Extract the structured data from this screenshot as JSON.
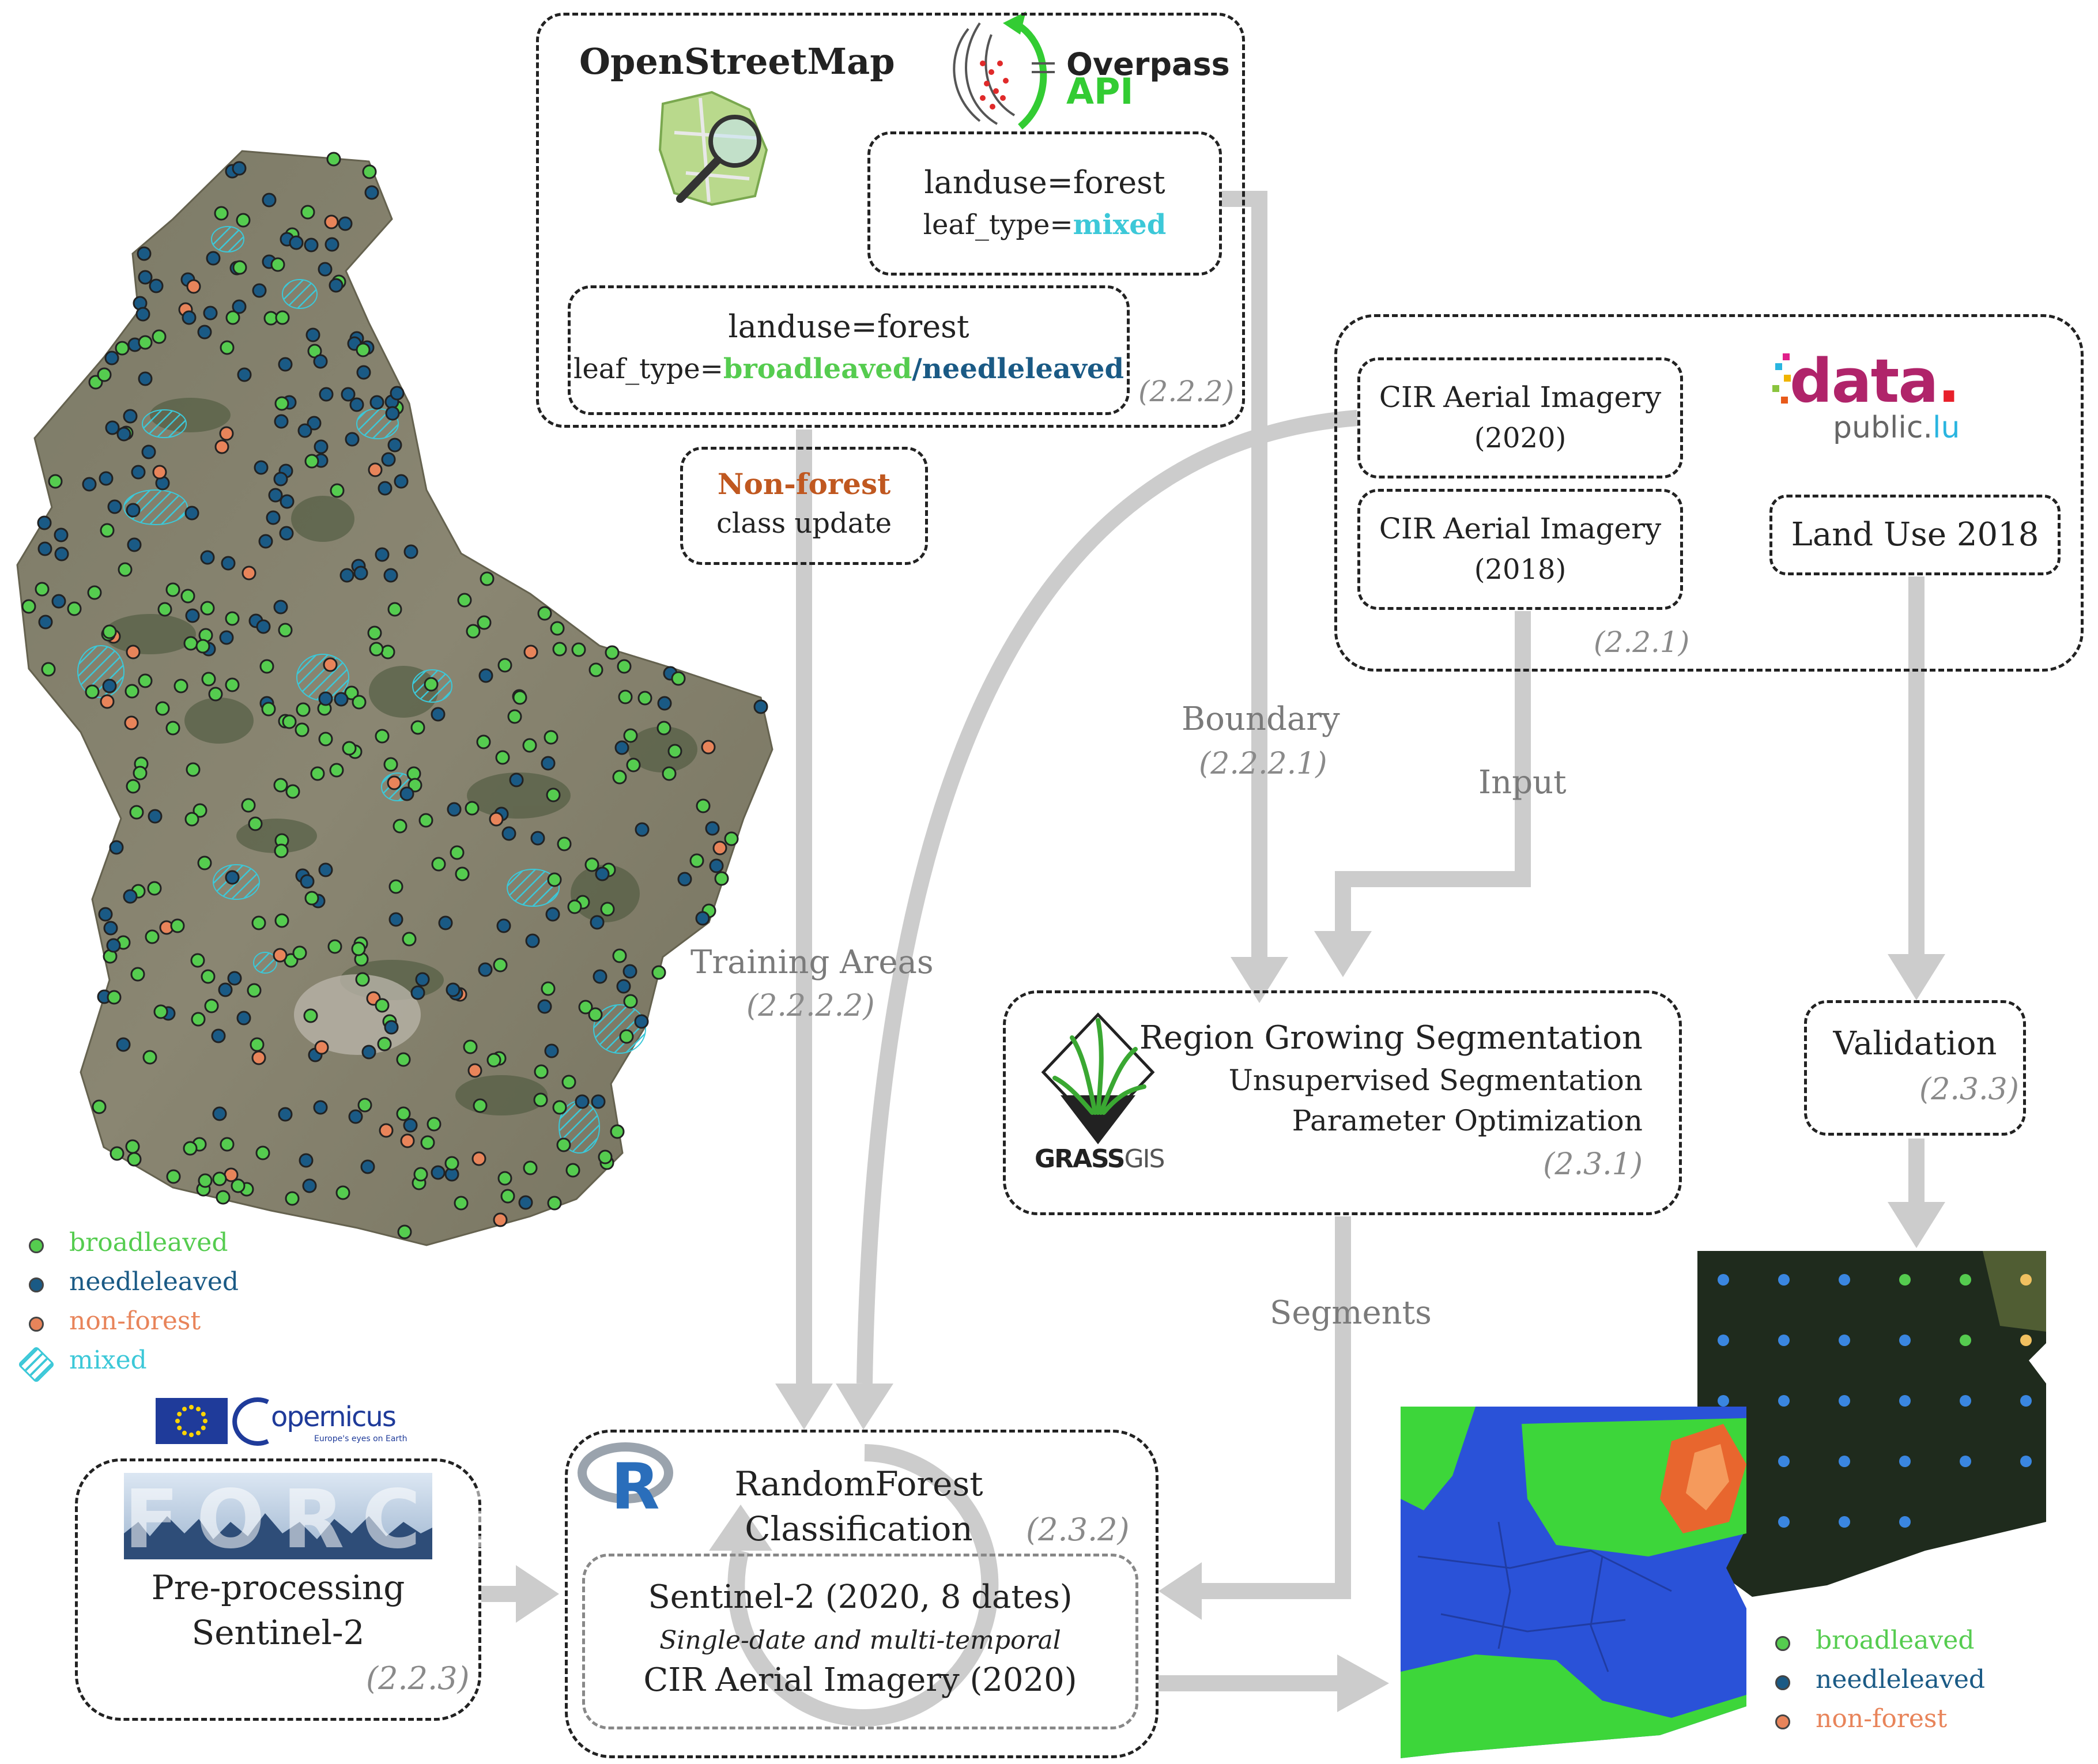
{
  "osm": {
    "title": "OpenStreetMap",
    "overpass_line1": "Overpass",
    "overpass_line2": "API",
    "box1_line1": "landuse=forest",
    "box1_line2_prefix": "leaf_type=",
    "box1_line2_value": "mixed",
    "box2_line1": "landuse=forest",
    "box2_line2_prefix": "leaf_type=",
    "box2_value_a": "broadleaved",
    "box2_sep": "/",
    "box2_value_b": "needleleaved",
    "ref": "(2.2.2)"
  },
  "nonforest": {
    "line1": "Non-forest",
    "line2": "class update"
  },
  "datapublic": {
    "cir2020_line1": "CIR Aerial Imagery",
    "cir2020_line2": "(2020)",
    "cir2018_line1": "CIR Aerial Imagery",
    "cir2018_line2": "(2018)",
    "landuse": "Land Use 2018",
    "ref": "(2.2.1)",
    "logo_main": "data",
    "logo_dot": ".",
    "logo_sub1": "public.",
    "logo_sub2": "lu"
  },
  "edges": {
    "boundary": "Boundary",
    "boundary_ref": "(2.2.2.1)",
    "input": "Input",
    "training": "Training Areas",
    "training_ref": "(2.2.2.2)",
    "segments": "Segments"
  },
  "grass": {
    "title": "Region Growing Segmentation",
    "line2": "Unsupervised Segmentation",
    "line3": "Parameter Optimization",
    "ref": "(2.3.1)",
    "logo_a": "GRASS",
    "logo_b": "GIS"
  },
  "validation": {
    "title": "Validation",
    "ref": "(2.3.3)"
  },
  "map_legend": [
    {
      "label": "broadleaved",
      "color": "#55cc4f"
    },
    {
      "label": "needleleaved",
      "color": "#1a5a85"
    },
    {
      "label": "non-forest",
      "color": "#e8845a"
    },
    {
      "label": "mixed",
      "color": "#3cc8d8"
    }
  ],
  "result_legend": [
    {
      "label": "broadleaved",
      "color": "#55cc4f"
    },
    {
      "label": "needleleaved",
      "color": "#1a5a85"
    },
    {
      "label": "non-forest",
      "color": "#e8845a"
    }
  ],
  "copernicus": {
    "name": "opernicus",
    "tag": "Europe's eyes on Earth"
  },
  "force": {
    "logo": "FORCE",
    "line1": "Pre-processing",
    "line2": "Sentinel-2",
    "ref": "(2.2.3)"
  },
  "rf": {
    "r_logo": "R",
    "title1": "RandomForest",
    "title2": "Classification",
    "ref": "(2.3.2)",
    "inner1": "Sentinel-2 (2020, 8 dates)",
    "inner2": "Single-date and multi-temporal",
    "inner3": "CIR Aerial Imagery (2020)"
  },
  "colors": {
    "broadleaved": "#55cc4f",
    "needleleaved": "#1a5a85",
    "nonforest": "#c05820",
    "mixed": "#3cc8d8",
    "arrow": "#cccccc"
  }
}
